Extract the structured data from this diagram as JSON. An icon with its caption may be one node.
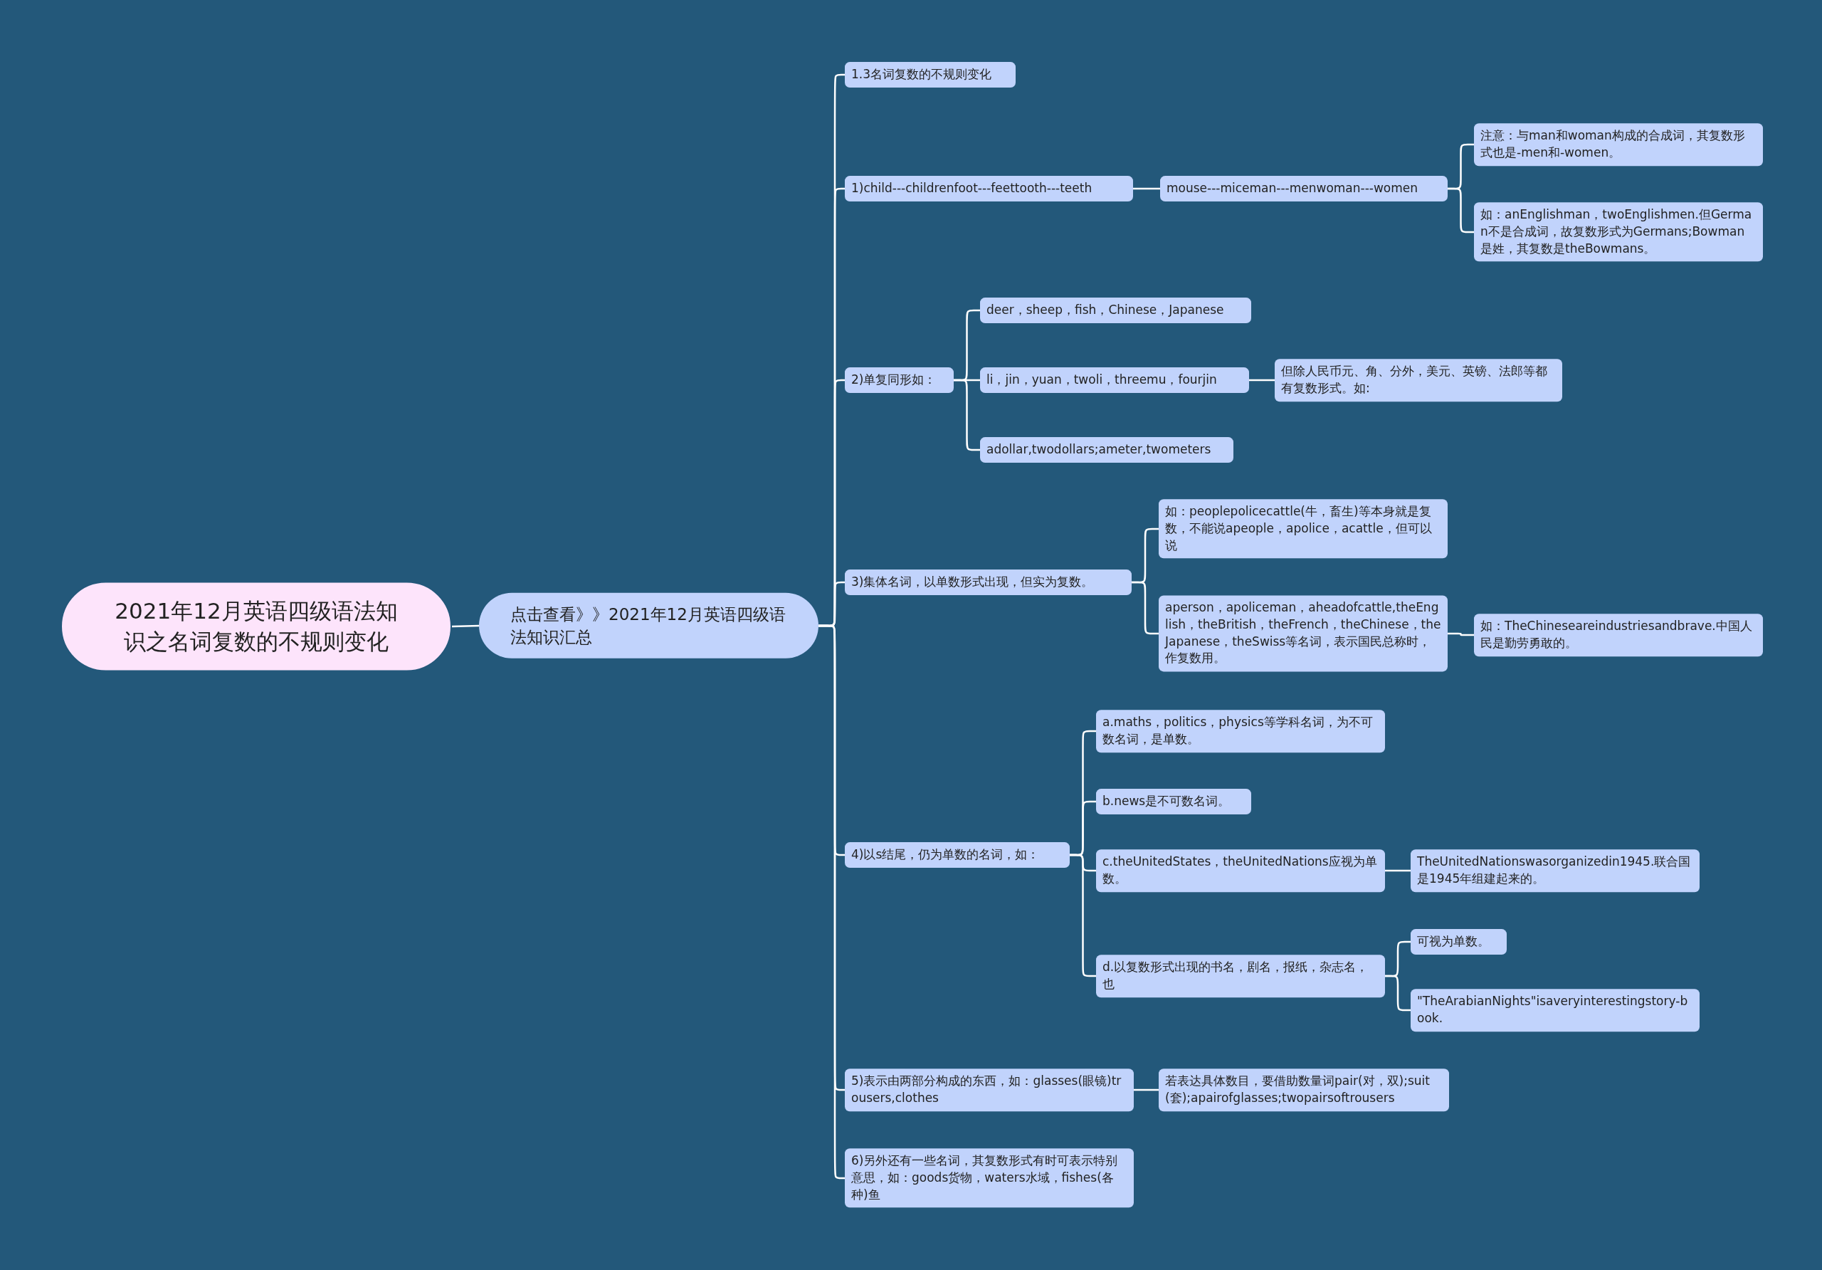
{
  "diagram": {
    "nodes": [
      {
        "text": [
          "2021年12月英语四级语法知识之名词复数的不规则变化"
        ]
      },
      {
        "text": [
          "点击查看》》2021年12月英语四级语法知识汇总"
        ]
      },
      {
        "text": [
          "1.3名词复数的不规则变化"
        ]
      },
      {
        "text": [
          "1)child---childrenfoot---feettooth---teeth"
        ]
      },
      {
        "text": [
          "mouse---miceman---menwoman---women"
        ]
      },
      {
        "text": [
          "注意：与man和woman构成的合成词，其复数形式也是-men和-women。"
        ]
      },
      {
        "text": [
          "如：anEnglishman，twoEnglishmen.但German不是合成词，故复数形式为Germans;Bowman是姓，其复数是theBowmans。"
        ]
      },
      {
        "text": [
          "2)单复同形如："
        ]
      },
      {
        "text": [
          "deer，sheep，fish，Chinese，Japanese"
        ]
      },
      {
        "text": [
          "li，jin，yuan，twoli，threemu，fourjin"
        ]
      },
      {
        "text": [
          "但除人民币元、角、分外，美元、英镑、法郎等都有复数形式。如:"
        ]
      },
      {
        "text": [
          "adollar,twodollars;ameter,twometers"
        ]
      },
      {
        "text": [
          "3)集体名词，以单数形式出现，但实为复数。"
        ]
      },
      {
        "text": [
          "如：peoplepolicecattle(牛，畜生)等本身就是复数，不能说apeople，apolice，acattle，但可以说"
        ]
      },
      {
        "text": [
          "aperson，apoliceman，aheadofcattle,theEnglish，theBritish，theFrench，theChinese，theJapanese，theSwiss等名词，表示国民总称时，作复数用。"
        ]
      },
      {
        "text": [
          "如：TheChineseareindustriesandbrave.中国人民是勤劳勇敢的。"
        ]
      },
      {
        "text": [
          "4)以s结尾，仍为单数的名词，如："
        ]
      },
      {
        "text": [
          "a.maths，politics，physics等学科名词，为不可数名词，是单数。"
        ]
      },
      {
        "text": [
          "b.news是不可数名词。"
        ]
      },
      {
        "text": [
          "c.theUnitedStates，theUnitedNations应视为单数。"
        ]
      },
      {
        "text": [
          "TheUnitedNationswasorganizedin1945.联合国是1945年组建起来的。"
        ]
      },
      {
        "text": [
          "d.以复数形式出现的书名，剧名，报纸，杂志名，也"
        ]
      },
      {
        "text": [
          "可视为单数。"
        ]
      },
      {
        "text": [
          "\"TheArabianNights\"isaveryinterestingstory-book."
        ]
      },
      {
        "text": [
          "5)表示由两部分构成的东西，如：glasses(眼镜)trousers,clothes"
        ]
      },
      {
        "text": [
          "若表达具体数目，要借助数量词pair(对，双);suit(套);apairofglasses;twopairsoftrousers"
        ]
      },
      {
        "text": [
          "6)另外还有一些名词，其复数形式有时可表示特别意思，如：goods货物，waters水域，fishes(各种)鱼"
        ]
      }
    ],
    "edges": [
      {
        "from": 0,
        "to": 1,
        "arrow": "none"
      },
      {
        "from": 1,
        "to": 2,
        "arrow": "none"
      },
      {
        "from": 1,
        "to": 3,
        "arrow": "none"
      },
      {
        "from": 3,
        "to": 4,
        "arrow": "none"
      },
      {
        "from": 4,
        "to": 5,
        "arrow": "none"
      },
      {
        "from": 4,
        "to": 6,
        "arrow": "none"
      },
      {
        "from": 1,
        "to": 7,
        "arrow": "none"
      },
      {
        "from": 7,
        "to": 8,
        "arrow": "none"
      },
      {
        "from": 7,
        "to": 9,
        "arrow": "none"
      },
      {
        "from": 9,
        "to": 10,
        "arrow": "none"
      },
      {
        "from": 7,
        "to": 11,
        "arrow": "none"
      },
      {
        "from": 1,
        "to": 12,
        "arrow": "none"
      },
      {
        "from": 12,
        "to": 13,
        "arrow": "none"
      },
      {
        "from": 12,
        "to": 14,
        "arrow": "none"
      },
      {
        "from": 14,
        "to": 15,
        "arrow": "none"
      },
      {
        "from": 1,
        "to": 16,
        "arrow": "none"
      },
      {
        "from": 16,
        "to": 17,
        "arrow": "none"
      },
      {
        "from": 16,
        "to": 18,
        "arrow": "none"
      },
      {
        "from": 16,
        "to": 19,
        "arrow": "none"
      },
      {
        "from": 19,
        "to": 20,
        "arrow": "none"
      },
      {
        "from": 16,
        "to": 21,
        "arrow": "none"
      },
      {
        "from": 21,
        "to": 22,
        "arrow": "none"
      },
      {
        "from": 21,
        "to": 23,
        "arrow": "none"
      },
      {
        "from": 1,
        "to": 24,
        "arrow": "none"
      },
      {
        "from": 24,
        "to": 25,
        "arrow": "none"
      },
      {
        "from": 1,
        "to": 26,
        "arrow": "none"
      }
    ]
  }
}
